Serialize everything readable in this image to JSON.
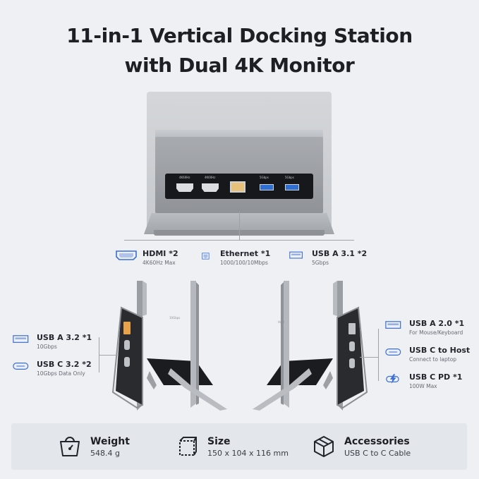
{
  "title": {
    "line1": "11-in-1 Vertical Docking Station",
    "line2": "with Dual 4K Monitor"
  },
  "front_ports": {
    "hdmi1": "4K60Hz",
    "hdmi2": "4K60Hz",
    "usb1": "5Gbps",
    "usb2": "5Gbps"
  },
  "top_specs": [
    {
      "name": "HDMI *2",
      "sub": "4K60Hz Max",
      "icon": "hdmi-icon"
    },
    {
      "name": "Ethernet *1",
      "sub": "1000/100/10Mbps",
      "icon": "ethernet-icon"
    },
    {
      "name": "USB A 3.1 *2",
      "sub": "5Gbps",
      "icon": "usb-a-icon"
    }
  ],
  "left_specs": [
    {
      "name": "USB A 3.2 *1",
      "sub": "10Gbps",
      "icon": "usb-a-icon"
    },
    {
      "name": "USB C 3.2 *2",
      "sub": "10Gbps Data Only",
      "icon": "usb-c-icon"
    }
  ],
  "right_specs": [
    {
      "name": "USB A 2.0 *1",
      "sub": "For Mouse/Keyboard",
      "icon": "usb-a-icon"
    },
    {
      "name": "USB C to Host",
      "sub": "Connect to laptop",
      "icon": "usb-c-icon"
    },
    {
      "name": "USB C PD *1",
      "sub": "100W Max",
      "icon": "power-delivery-icon"
    }
  ],
  "side_labels": {
    "left_port": "10Gbps",
    "right_port": "Host"
  },
  "features": [
    {
      "name": "Weight",
      "value": "548.4 g",
      "icon": "scale-icon"
    },
    {
      "name": "Size",
      "value": "150 x 104 x 116 mm",
      "icon": "box-dimension-icon"
    },
    {
      "name": "Accessories",
      "value": "USB C to C Cable",
      "icon": "package-icon"
    }
  ],
  "colors": {
    "background": "#eef0f4",
    "usb_blue": "#2f6fd1",
    "usb_orange": "#e8a34a",
    "icon_blue": "#3b6fd6"
  }
}
